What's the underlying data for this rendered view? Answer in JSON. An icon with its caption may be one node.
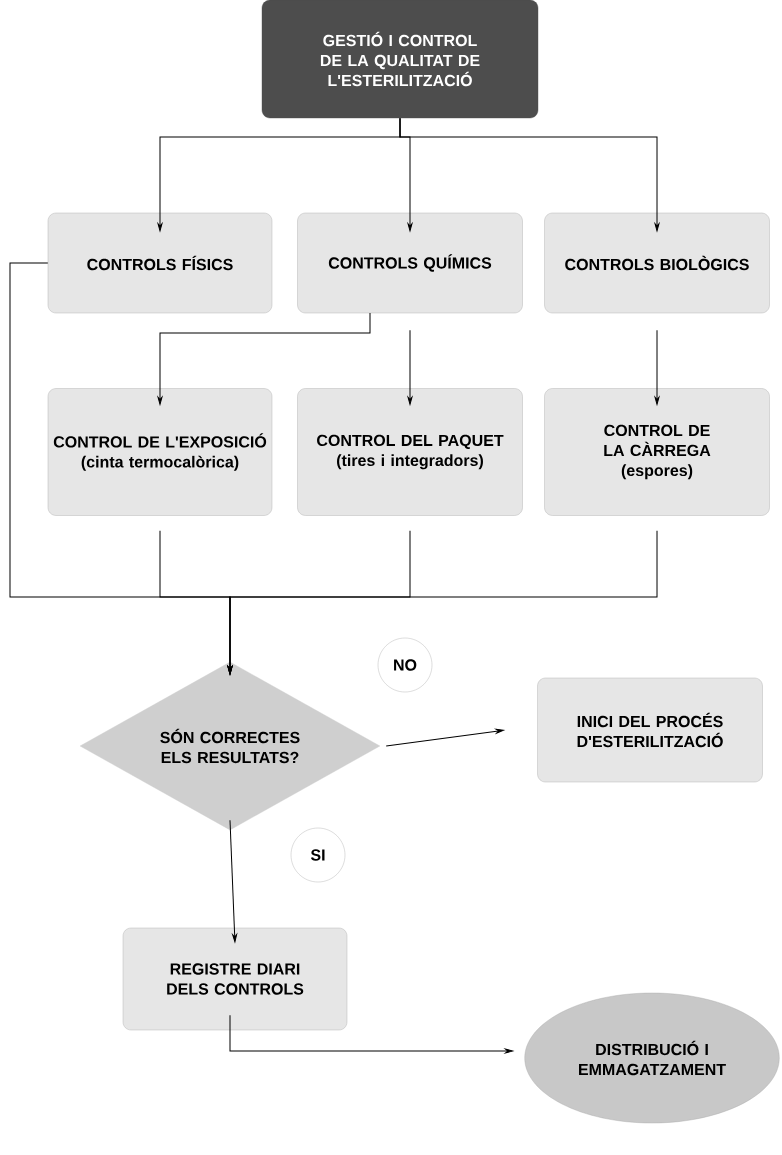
{
  "diagram": {
    "nodes": [
      {
        "text": [
          "GESTIÓ I CONTROL DE LA QUALITAT DE L'ESTERILITZACIÓ"
        ]
      },
      {
        "text": [
          "CONTROLS FÍSICS"
        ]
      },
      {
        "text": [
          "CONTROLS QUÍMICS"
        ]
      },
      {
        "text": [
          "CONTROLS BIOLÒGICS"
        ]
      },
      {
        "text": [
          "CONTROL DE L'EXPOSICIÓ",
          "(cinta termocalòrica)"
        ]
      },
      {
        "text": [
          "CONTROL DEL PAQUET",
          "(tires i integradors)"
        ]
      },
      {
        "text": [
          "CONTROL DE LA CÀRREGA",
          "(espores)"
        ]
      },
      {
        "text": [
          "SÓN CORRECTES ELS RESULTATS?"
        ]
      },
      {
        "text": [
          "NO"
        ]
      },
      {
        "text": [
          "INICI DEL PROCÉS D'ESTERILITZACIÓ"
        ]
      },
      {
        "text": [
          "SI"
        ]
      },
      {
        "text": [
          "REGISTRE DIARI DELS CONTROLS"
        ]
      },
      {
        "text": [
          "DISTRIBUCIÓ I EMMAGATZAMENT"
        ]
      }
    ],
    "edges": [
      {
        "from": 0,
        "to": 1,
        "arrow": "to"
      },
      {
        "from": 0,
        "to": 2,
        "arrow": "to"
      },
      {
        "from": 0,
        "to": 3,
        "arrow": "to"
      },
      {
        "from": 2,
        "to": 4,
        "arrow": "to"
      },
      {
        "from": 2,
        "to": 5,
        "arrow": "to"
      },
      {
        "from": 3,
        "to": 6,
        "arrow": "to"
      },
      {
        "from": 1,
        "to": 7,
        "arrow": "to"
      },
      {
        "from": 4,
        "to": 7,
        "arrow": "to"
      },
      {
        "from": 5,
        "to": 7,
        "arrow": "to"
      },
      {
        "from": 6,
        "to": 7,
        "arrow": "to"
      },
      {
        "from": 7,
        "to": 9,
        "arrow": "to"
      },
      {
        "from": 7,
        "to": 11,
        "arrow": "to"
      },
      {
        "from": 11,
        "to": 12,
        "arrow": "to"
      }
    ]
  }
}
